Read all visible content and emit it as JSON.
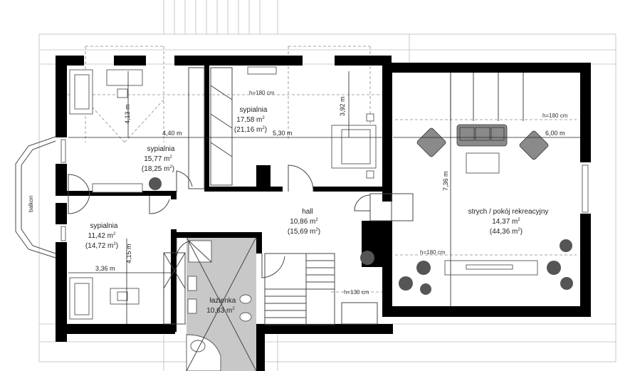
{
  "rooms": {
    "bedroom_top_right": {
      "name": "sypialnia",
      "area": "17,58 m",
      "area_alt": "(21,16 m",
      "sup": "2"
    },
    "bedroom_mid_left": {
      "name": "sypialnia",
      "area": "15,77 m",
      "area_alt": "(18,25 m",
      "sup": "2"
    },
    "bedroom_bottom_left": {
      "name": "sypialnia",
      "area": "11,42 m",
      "area_alt": "(14,72 m",
      "sup": "2"
    },
    "hall": {
      "name": "hall",
      "area": "10,86 m",
      "area_alt": "(15,69 m",
      "sup": "2"
    },
    "bathroom": {
      "name": "łazienka",
      "area": "10,63 m",
      "sup": "2"
    },
    "attic": {
      "name": "strych / pokój rekreacyjny",
      "area": "14,37 m",
      "area_alt": "(44,36 m",
      "sup": "2"
    }
  },
  "dimensions": {
    "d1": "4,13 m",
    "d2": "4,40 m",
    "d3": "5,30 m",
    "d4": "3,92 m",
    "d5": "6,00 m",
    "d6": "7,36 m",
    "d7": "4,15 m",
    "d8": "3,36 m"
  },
  "heights": {
    "h1": "h=180 cm",
    "h2": "h=180 cm",
    "h3": "h=180 cm",
    "h4": "h=130 cm"
  },
  "labels": {
    "balcony": "balkon"
  }
}
